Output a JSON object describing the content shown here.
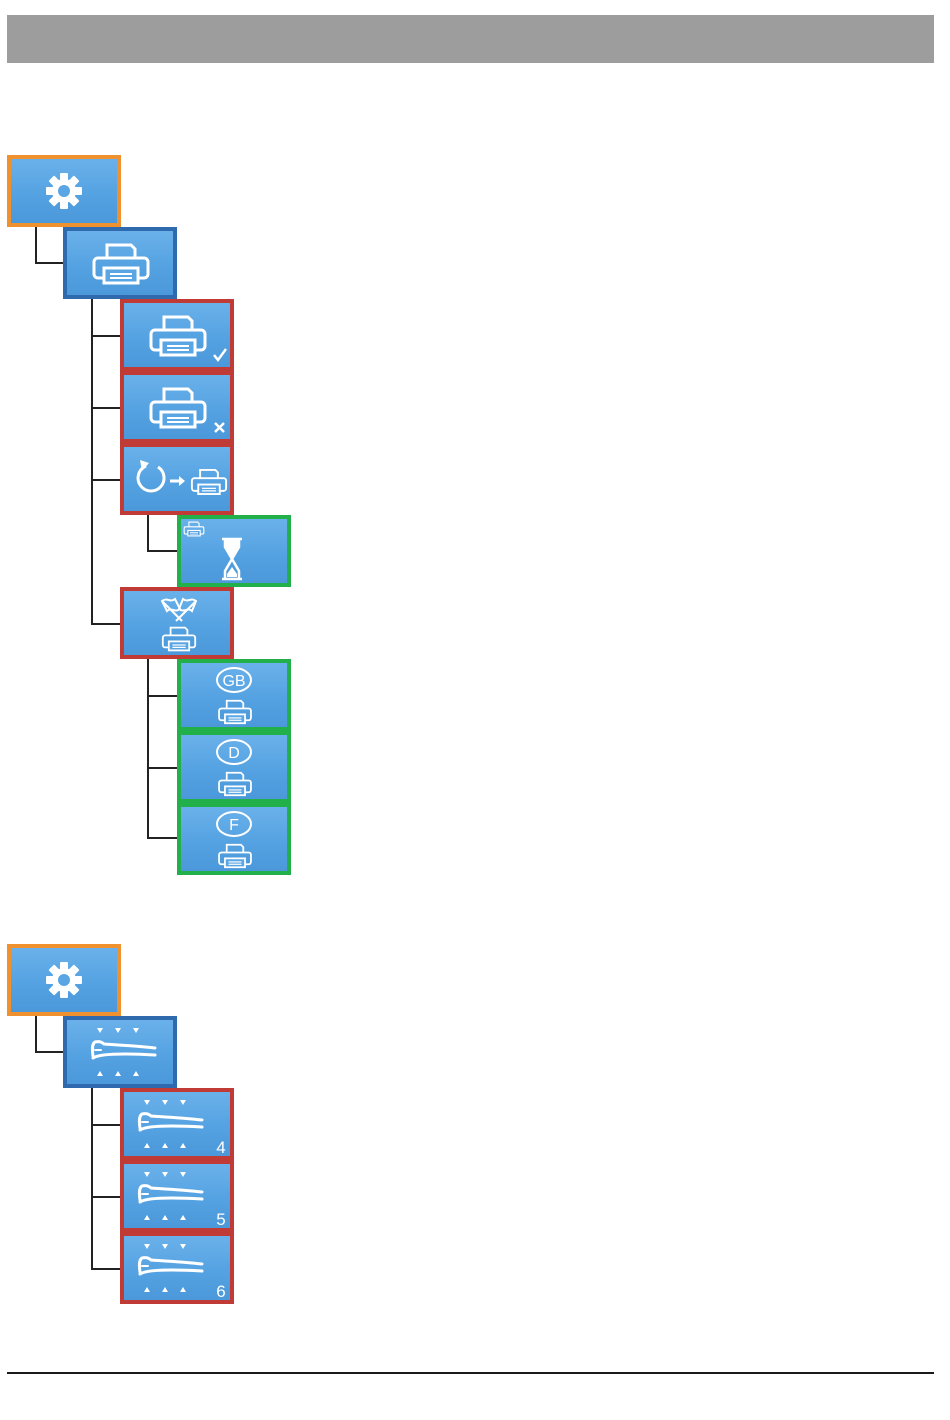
{
  "colors": {
    "tile_fill": "#5aa6e4",
    "icon": "#ffffff",
    "root_border": "#f0912f",
    "level1_border": "#2e6aad",
    "level2_border": "#c03a36",
    "level3_border": "#22b04a",
    "tree_line": "#222222",
    "header_bar": "#9d9d9d"
  },
  "tree1": {
    "root_icon": "gear-icon",
    "printer_menu_icon": "printer-icon",
    "items": [
      {
        "icon": "printer-check-icon"
      },
      {
        "icon": "printer-x-icon"
      },
      {
        "icon": "reprint-icon"
      },
      {
        "icon": "printer-hourglass-icon"
      },
      {
        "icon": "flags-printer-icon"
      }
    ],
    "languages": [
      {
        "code": "GB",
        "icon": "printer-icon"
      },
      {
        "code": "D",
        "icon": "printer-icon"
      },
      {
        "code": "F",
        "icon": "printer-icon"
      }
    ]
  },
  "tree2": {
    "root_icon": "gear-icon",
    "handpiece_menu_icon": "handpiece-icon",
    "items": [
      {
        "number": "4",
        "icon": "handpiece-icon"
      },
      {
        "number": "5",
        "icon": "handpiece-icon"
      },
      {
        "number": "6",
        "icon": "handpiece-icon"
      }
    ]
  }
}
